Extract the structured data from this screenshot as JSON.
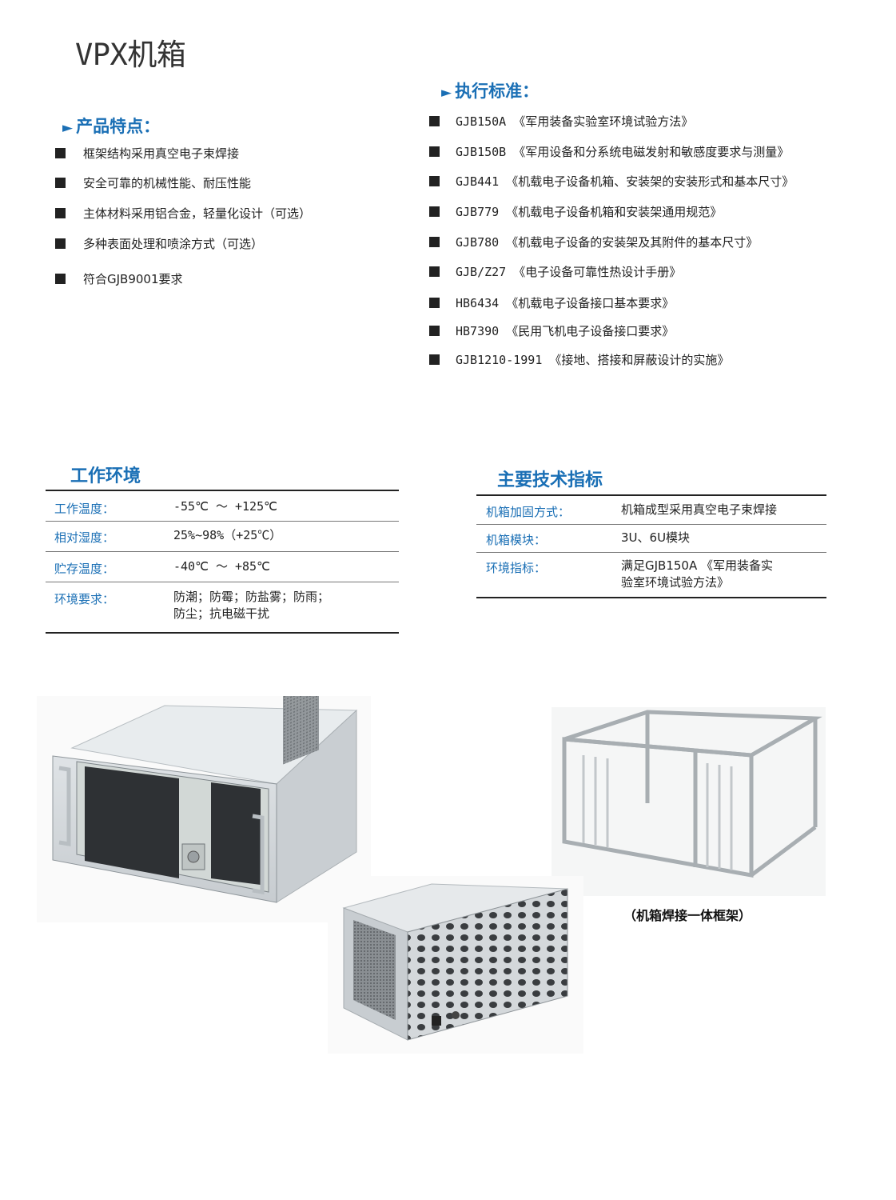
{
  "page": {
    "title": "VPX机箱"
  },
  "features": {
    "heading": "产品特点：",
    "items": [
      "框架结构采用真空电子束焊接",
      "安全可靠的机械性能、耐压性能",
      "主体材料采用铝合金，轻量化设计（可选）",
      "多种表面处理和喷涂方式（可选）",
      "符合GJB9001要求"
    ]
  },
  "standards": {
    "heading": "执行标准：",
    "items": [
      "GJB150A 《军用装备实验室环境试验方法》",
      "GJB150B 《军用设备和分系统电磁发射和敏感度要求与测量》",
      "GJB441 《机载电子设备机箱、安装架的安装形式和基本尺寸》",
      "GJB779 《机载电子设备机箱和安装架通用规范》",
      "GJB780 《机载电子设备的安装架及其附件的基本尺寸》",
      "GJB/Z27 《电子设备可靠性热设计手册》",
      "HB6434 《机载电子设备接口基本要求》",
      "HB7390 《民用飞机电子设备接口要求》",
      "GJB1210-1991 《接地、搭接和屏蔽设计的实施》"
    ]
  },
  "environment": {
    "title": "工作环境",
    "rows": [
      {
        "label": "工作温度：",
        "value": "-55℃ ～ +125℃"
      },
      {
        "label": "相对湿度：",
        "value": "25%~98%（+25℃）"
      },
      {
        "label": "贮存温度：",
        "value": "-40℃ ～ +85℃"
      },
      {
        "label": "环境要求：",
        "value_line1": "防潮；防霉；防盐雾；防雨；",
        "value_line2": "防尘；抗电磁干扰"
      }
    ]
  },
  "specs": {
    "title": "主要技术指标",
    "rows": [
      {
        "label": "机箱加固方式：",
        "value": "机箱成型采用真空电子束焊接"
      },
      {
        "label": "机箱模块：",
        "value": "3U、6U模块"
      },
      {
        "label": "环境指标：",
        "value_line1": "满足GJB150A 《军用装备实",
        "value_line2": "验室环境试验方法》"
      }
    ]
  },
  "figures": {
    "frame_caption": "（机箱焊接一体框架）"
  },
  "colors": {
    "accent": "#1a6fb5",
    "text": "#222222"
  }
}
